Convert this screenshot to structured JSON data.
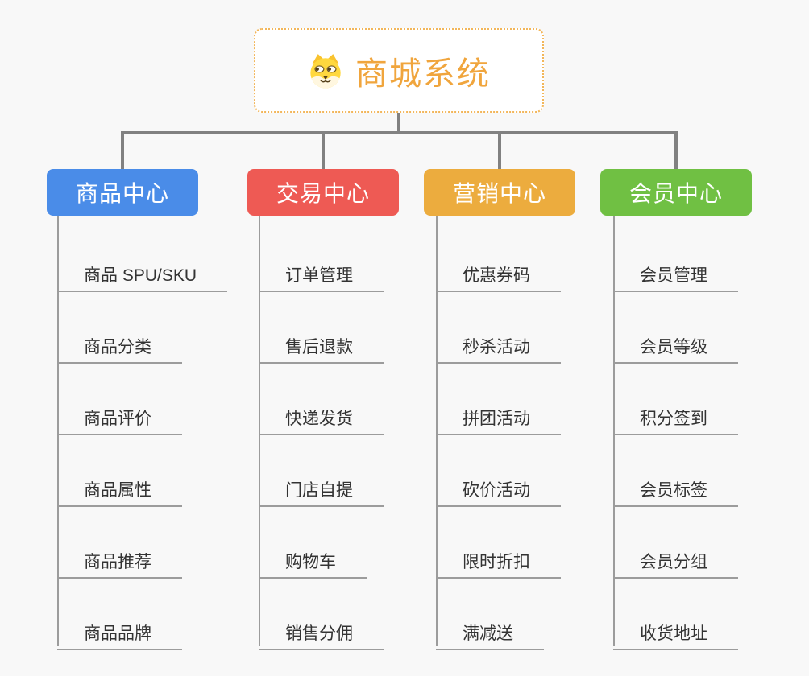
{
  "diagram": {
    "root": {
      "title": "商城系统",
      "icon": "dog-face-icon"
    },
    "branches": [
      {
        "label": "商品中心",
        "color": "#4A8CE8",
        "children": [
          "商品 SPU/SKU",
          "商品分类",
          "商品评价",
          "商品属性",
          "商品推荐",
          "商品品牌"
        ]
      },
      {
        "label": "交易中心",
        "color": "#EE5A54",
        "children": [
          "订单管理",
          "售后退款",
          "快递发货",
          "门店自提",
          "购物车",
          "销售分佣"
        ]
      },
      {
        "label": "营销中心",
        "color": "#ECAC3E",
        "children": [
          "优惠券码",
          "秒杀活动",
          "拼团活动",
          "砍价活动",
          "限时折扣",
          "满减送"
        ]
      },
      {
        "label": "会员中心",
        "color": "#70C043",
        "children": [
          "会员管理",
          "会员等级",
          "积分签到",
          "会员标签",
          "会员分组",
          "收货地址"
        ]
      }
    ],
    "colors": {
      "root_title": "#F0A53D",
      "root_border": "#F2B65A",
      "connector": "#818181",
      "leaf_line": "#9C9C9C",
      "leaf_text": "#333333",
      "background": "#F8F8F8"
    }
  }
}
